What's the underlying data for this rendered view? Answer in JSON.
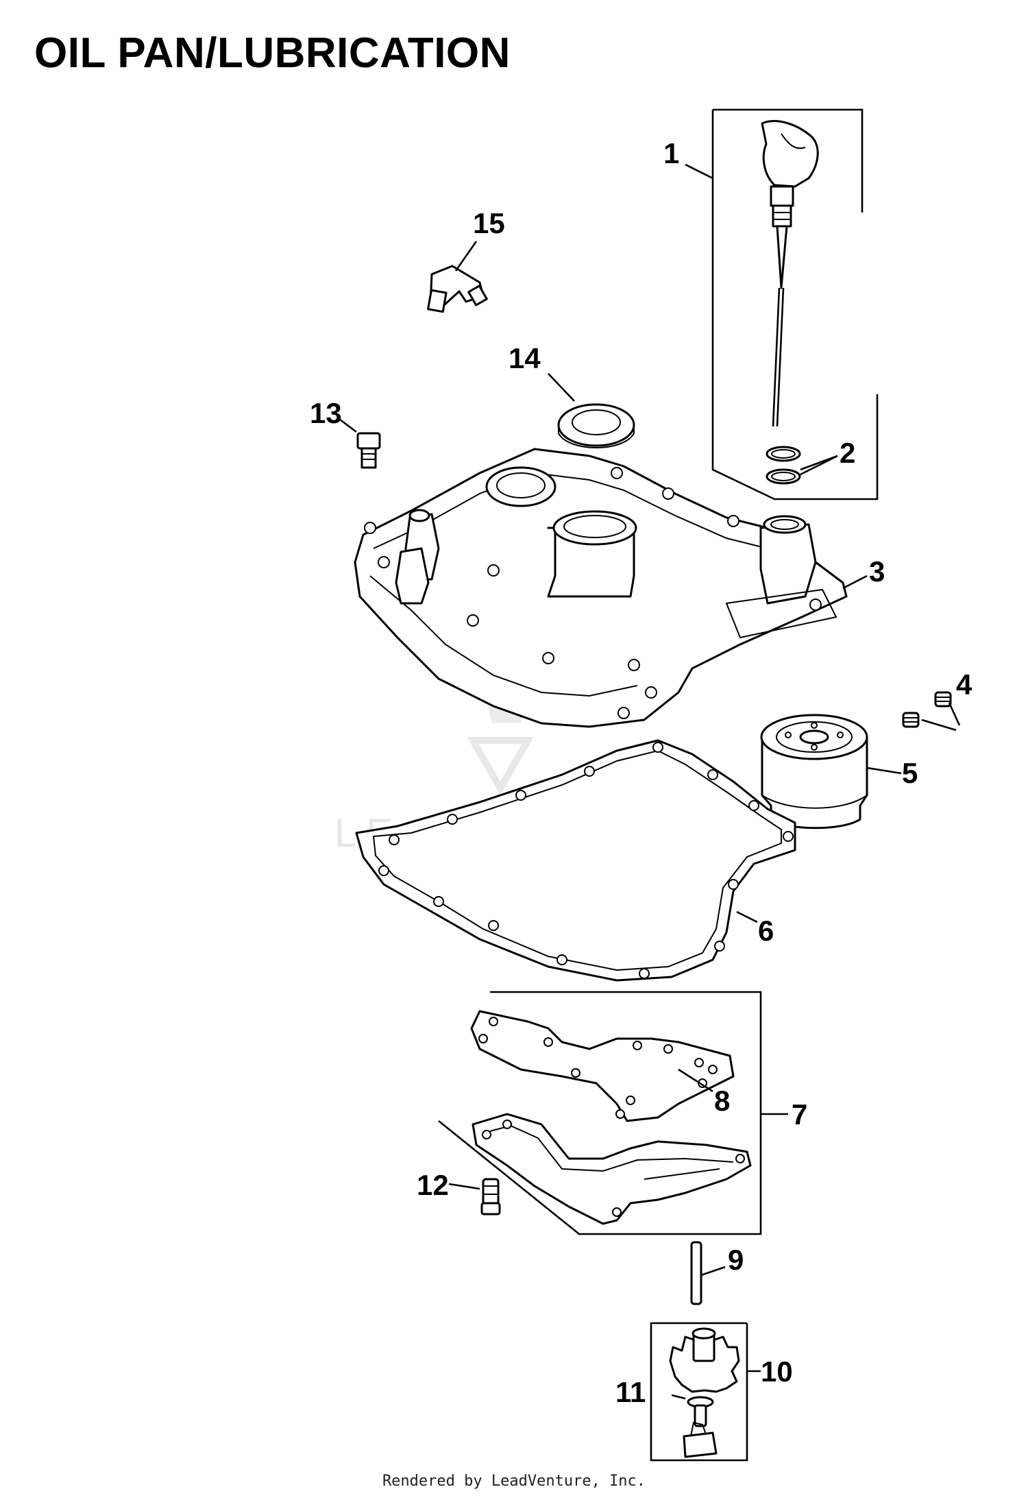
{
  "title": "OIL PAN/LUBRICATION",
  "footer": "Rendered by LeadVenture, Inc.",
  "watermark": "LEADVENTURE",
  "callouts": [
    {
      "id": "1",
      "text": "1"
    },
    {
      "id": "2",
      "text": "2"
    },
    {
      "id": "3",
      "text": "3"
    },
    {
      "id": "4",
      "text": "4"
    },
    {
      "id": "5",
      "text": "5"
    },
    {
      "id": "6",
      "text": "6"
    },
    {
      "id": "7",
      "text": "7"
    },
    {
      "id": "8",
      "text": "8"
    },
    {
      "id": "9",
      "text": "9"
    },
    {
      "id": "10",
      "text": "10"
    },
    {
      "id": "11",
      "text": "11"
    },
    {
      "id": "12",
      "text": "12"
    },
    {
      "id": "13",
      "text": "13"
    },
    {
      "id": "14",
      "text": "14"
    },
    {
      "id": "15",
      "text": "15"
    }
  ]
}
